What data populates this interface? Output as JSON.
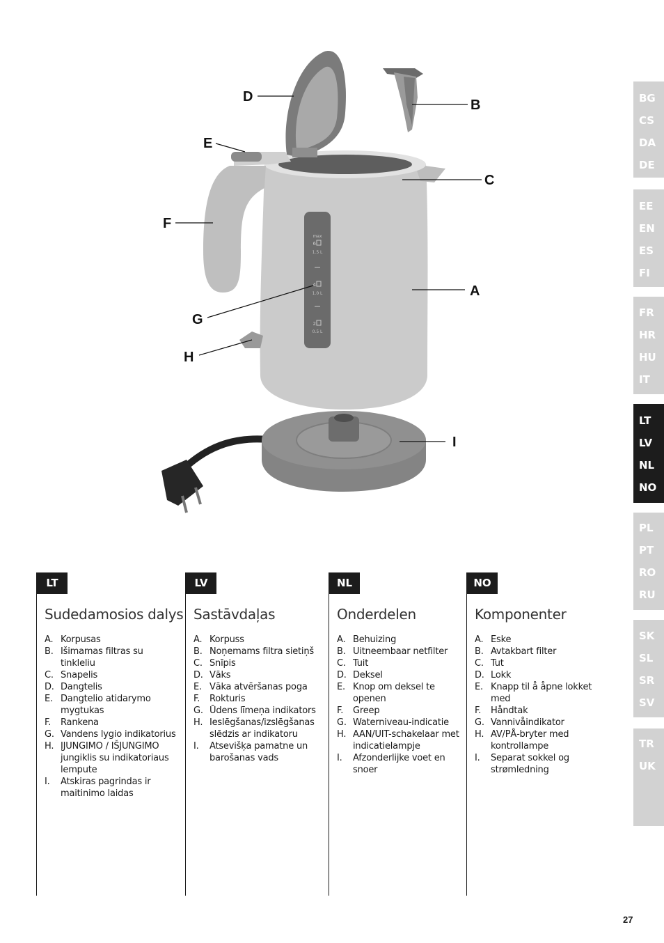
{
  "figure": {
    "callouts": [
      "D",
      "B",
      "E",
      "C",
      "F",
      "A",
      "G",
      "H",
      "I"
    ],
    "gauge": {
      "max": "max",
      "marks": [
        {
          "cups": "6",
          "liters": "1.5 L"
        },
        {
          "cups": "4",
          "liters": "1.0 L"
        },
        {
          "cups": "2",
          "liters": "0.5 L"
        }
      ]
    }
  },
  "language_index": {
    "groups": [
      [
        "BG",
        "CS",
        "DA",
        "DE"
      ],
      [
        "EE",
        "EN",
        "ES",
        "FI"
      ],
      [
        "FR",
        "HR",
        "HU",
        "IT"
      ],
      [
        "LT",
        "LV",
        "NL",
        "NO"
      ],
      [
        "PL",
        "PT",
        "RO",
        "RU"
      ],
      [
        "SK",
        "SL",
        "SR",
        "SV"
      ],
      [
        "TR",
        "UK"
      ]
    ],
    "active_group": 3,
    "active_color": "#1c1c1c",
    "inactive_color": "#d2d2d2"
  },
  "columns": [
    {
      "code": "LT",
      "title": "Sudedamosios dalys",
      "items": [
        {
          "letter": "A.",
          "text": "Korpusas"
        },
        {
          "letter": "B.",
          "text": "Išimamas filtras su tinkleliu"
        },
        {
          "letter": "C.",
          "text": "Snapelis"
        },
        {
          "letter": "D.",
          "text": "Dangtelis"
        },
        {
          "letter": "E.",
          "text": "Dangtelio atidarymo mygtukas"
        },
        {
          "letter": "F.",
          "text": "Rankena"
        },
        {
          "letter": "G.",
          "text": "Vandens lygio indikatorius"
        },
        {
          "letter": "H.",
          "text": "ĮJUNGIMO / IŠJUNGIMO jungiklis su indikatoriaus lempute"
        },
        {
          "letter": "I.",
          "text": "Atskiras pagrindas ir maitinimo laidas"
        }
      ]
    },
    {
      "code": "LV",
      "title": "Sastāvdaļas",
      "items": [
        {
          "letter": "A.",
          "text": "Korpuss"
        },
        {
          "letter": "B.",
          "text": "Noņemams filtra sietiņš"
        },
        {
          "letter": "C.",
          "text": "Snīpis"
        },
        {
          "letter": "D.",
          "text": "Vāks"
        },
        {
          "letter": "E.",
          "text": "Vāka atvēršanas poga"
        },
        {
          "letter": "F.",
          "text": "Rokturis"
        },
        {
          "letter": "G.",
          "text": "Ūdens līmeņa indikators"
        },
        {
          "letter": "H.",
          "text": "Ieslēgšanas/izslēgšanas slēdzis ar indikatoru"
        },
        {
          "letter": "I.",
          "text": "Atsevišķa pamatne un barošanas vads"
        }
      ]
    },
    {
      "code": "NL",
      "title": "Onderdelen",
      "items": [
        {
          "letter": "A.",
          "text": "Behuizing"
        },
        {
          "letter": "B.",
          "text": "Uitneembaar netfilter"
        },
        {
          "letter": "C.",
          "text": "Tuit"
        },
        {
          "letter": "D.",
          "text": "Deksel"
        },
        {
          "letter": "E.",
          "text": "Knop om deksel te openen"
        },
        {
          "letter": "F.",
          "text": "Greep"
        },
        {
          "letter": "G.",
          "text": "Waterniveau-indicatie"
        },
        {
          "letter": "H.",
          "text": "AAN/UIT-schakelaar met indicatielampje"
        },
        {
          "letter": "I.",
          "text": "Afzonderlijke voet en snoer"
        }
      ]
    },
    {
      "code": "NO",
      "title": "Komponenter",
      "items": [
        {
          "letter": "A.",
          "text": "Eske"
        },
        {
          "letter": "B.",
          "text": "Avtakbart filter"
        },
        {
          "letter": "C.",
          "text": "Tut"
        },
        {
          "letter": "D.",
          "text": "Lokk"
        },
        {
          "letter": "E.",
          "text": "Knapp til å åpne lokket med"
        },
        {
          "letter": "F.",
          "text": "Håndtak"
        },
        {
          "letter": "G.",
          "text": "Vannivåindikator"
        },
        {
          "letter": "H.",
          "text": "AV/PÅ-bryter med kontrollampe"
        },
        {
          "letter": "I.",
          "text": "Separat sokkel og strømledning"
        }
      ]
    }
  ],
  "page_number": "27"
}
